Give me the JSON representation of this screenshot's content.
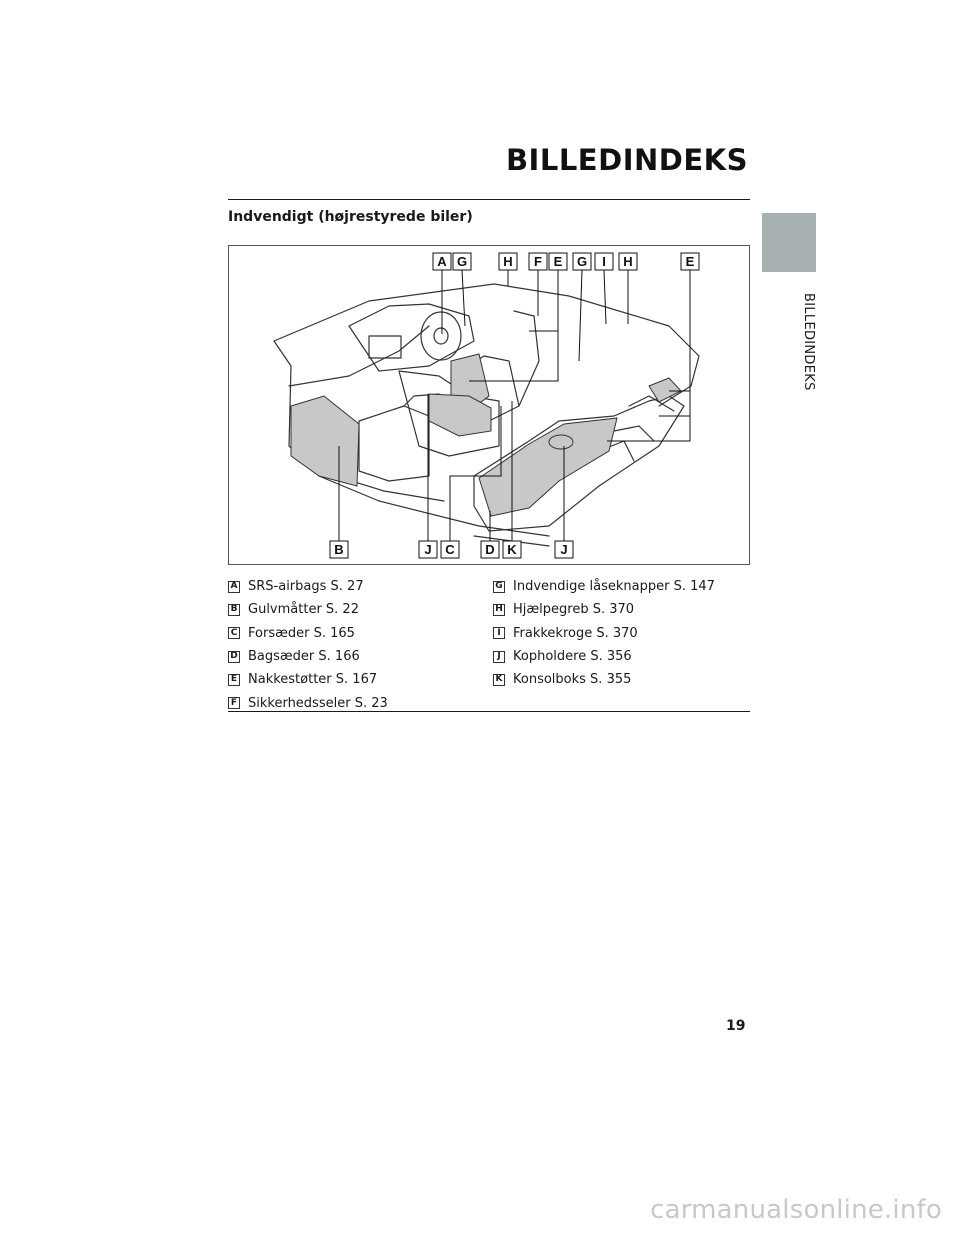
{
  "header": {
    "title": "BILLEDINDEKS"
  },
  "side_tab": {
    "label": "BILLEDINDEKS"
  },
  "section": {
    "title": "Indvendigt (højrestyrede biler)"
  },
  "figure": {
    "callouts_top": [
      "A",
      "G",
      "H",
      "F",
      "E",
      "G",
      "I",
      "H",
      "E"
    ],
    "callouts_bottom": [
      "B",
      "J",
      "C",
      "D",
      "K",
      "J"
    ]
  },
  "legend": {
    "left": [
      {
        "letter": "A",
        "text": "SRS-airbags S. 27"
      },
      {
        "letter": "B",
        "text": "Gulvmåtter S. 22"
      },
      {
        "letter": "C",
        "text": "Forsæder S. 165"
      },
      {
        "letter": "D",
        "text": "Bagsæder S. 166"
      },
      {
        "letter": "E",
        "text": "Nakkestøtter S. 167"
      },
      {
        "letter": "F",
        "text": "Sikkerhedsseler S. 23"
      }
    ],
    "right": [
      {
        "letter": "G",
        "text": "Indvendige låseknapper S. 147"
      },
      {
        "letter": "H",
        "text": "Hjælpegreb S. 370"
      },
      {
        "letter": "I",
        "text": "Frakkekroge S. 370"
      },
      {
        "letter": "J",
        "text": "Kopholdere S. 356"
      },
      {
        "letter": "K",
        "text": "Konsolboks S. 355"
      }
    ]
  },
  "footer": {
    "page_number": "19",
    "watermark": "carmanualsonline.info"
  },
  "colors": {
    "tab": "#a8b1b1",
    "highlight": "#c8c8c8",
    "ink": "#1a1a1a"
  }
}
